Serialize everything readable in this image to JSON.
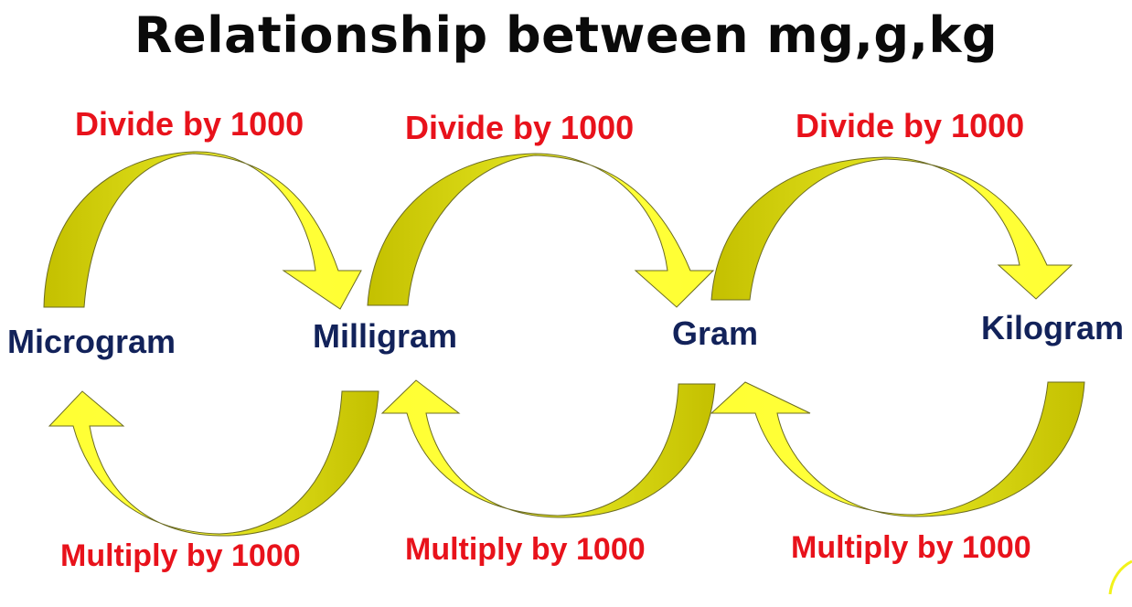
{
  "title": "Relationship between mg,g,kg",
  "units": {
    "microgram": "Microgram",
    "milligram": "Milligram",
    "gram": "Gram",
    "kilogram": "Kilogram"
  },
  "operations": {
    "divide_1": "Divide by 1000",
    "divide_2": "Divide by 1000",
    "divide_3": "Divide by 1000",
    "multiply_1": "Multiply by 1000",
    "multiply_2": "Multiply by 1000",
    "multiply_3": "Multiply by 1000"
  },
  "colors": {
    "arrow_light": "#ffff33",
    "arrow_dark": "#c9c400",
    "unit_text": "#12225a",
    "op_text": "#e8121b",
    "title_text": "#0a0a0a"
  }
}
